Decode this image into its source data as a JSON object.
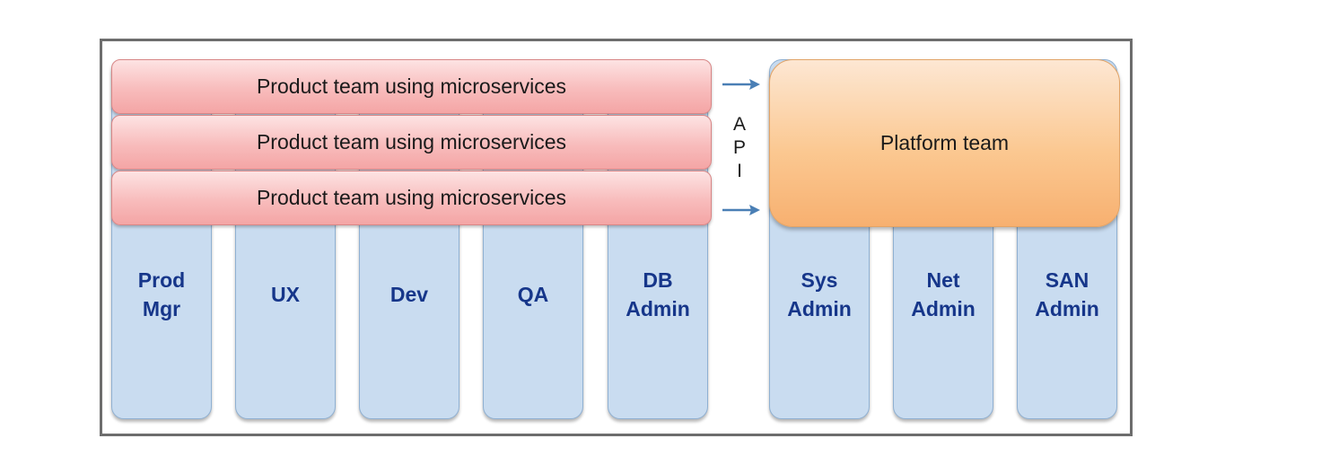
{
  "product_bands": [
    {
      "label": "Product team using microservices"
    },
    {
      "label": "Product team using microservices"
    },
    {
      "label": "Product team using microservices"
    }
  ],
  "api_letters": [
    "A",
    "P",
    "I"
  ],
  "platform": {
    "label": "Platform team"
  },
  "product_columns": [
    {
      "label": "Prod\nMgr"
    },
    {
      "label": "UX"
    },
    {
      "label": "Dev"
    },
    {
      "label": "QA"
    },
    {
      "label": "DB\nAdmin"
    }
  ],
  "platform_columns": [
    {
      "label": "Sys\nAdmin"
    },
    {
      "label": "Net\nAdmin"
    },
    {
      "label": "SAN\nAdmin"
    }
  ],
  "colors": {
    "column_fill": "#c9dcf0",
    "column_text": "#16368a",
    "band_fill": "#f8bcbc",
    "platform_fill": "#fbc891",
    "arrow": "#4a7fb5",
    "frame": "#6d6d6d"
  }
}
